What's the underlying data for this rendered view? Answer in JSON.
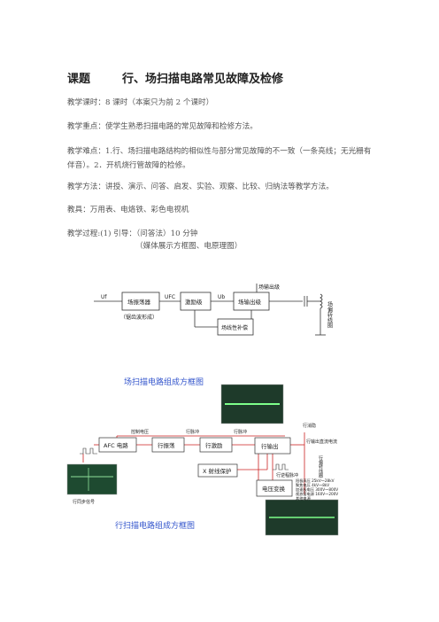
{
  "title": {
    "label": "课题",
    "text": "行、场扫描电路常见故障及检修"
  },
  "lines": {
    "hours": "教学课时：8 课时（本案只为前 2 个课时）",
    "focus": "教学重点：使学生熟悉扫描电路的常见故障和检修方法。",
    "difficulty": "教学难点：1.行、场扫描电路结构的相似性与部分常见故障的不一致（一条亮线；无光栅有伴音）。2．开机烧行管故障的检修。",
    "methods": "教学方法：讲授、演示、问答、启发、实验、观察、比较、归纳法等教学方法。",
    "tools": "教具：万用表、电烙铁、彩色电视机",
    "process": "教学过程:(1) 引导：（问答法）10 分钟",
    "process_note": "（媒体展示方框图、电原理图）"
  },
  "diagram1": {
    "sig_in": "Uf",
    "osc_label": "场振荡器",
    "osc_sub": "（锯齿波形成）",
    "sig_ufc": "UFC",
    "exciter": "激励级",
    "sig_ub": "Ub",
    "output": "场输出级",
    "output_top": "场输出级",
    "linearity": "场线性补偿",
    "coil": "场偏转线圈"
  },
  "diagram2": {
    "caption_top": "场扫描电路组成方框图",
    "caption_bottom": "行扫描电路组成方框图",
    "afc": "AFC 电路",
    "h_osc": "行振荡",
    "h_drive": "行激励",
    "h_out": "行输出",
    "xray": "X 射线保护",
    "volt_conv": "电压变换",
    "ctrl_v": "控制电压",
    "h_pulse1": "行脉冲",
    "h_pulse2": "行脉冲",
    "h_blank": "行消隐",
    "h_sync": "行同步信号",
    "h_coil": "行偏转线圈",
    "h_ret": "行逆程脉冲",
    "h_dc": "行输出直流电流",
    "outputs": [
      "阳极高压 25kV～28kV",
      "聚焦电压 4kV～8kV",
      "加速极电压 300V～800V",
      "视放管电源 160V～200V",
      "其他电源"
    ],
    "colors": {
      "caption": "#3355cc",
      "line": "#cc2222"
    }
  }
}
